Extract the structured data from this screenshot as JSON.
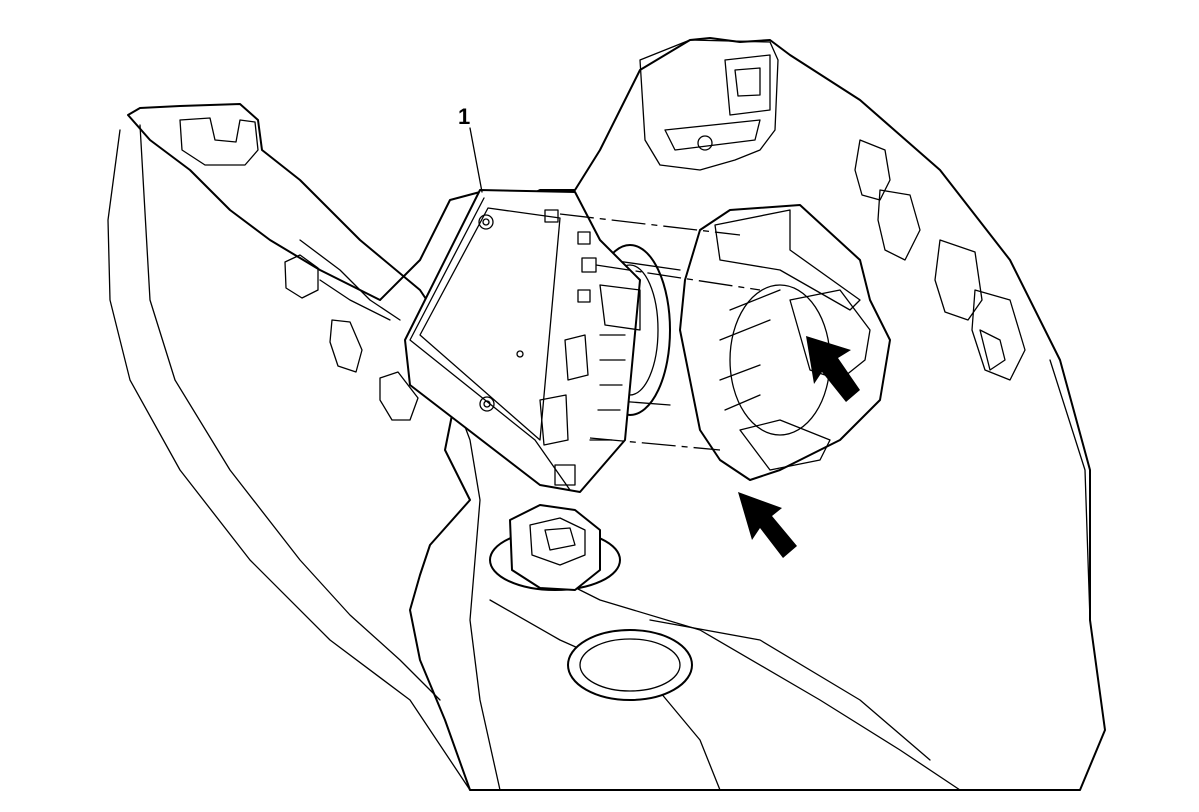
{
  "callouts": [
    {
      "number": "1",
      "target": "ignition-switch-module"
    }
  ],
  "arrows": 2,
  "colors": {
    "line": "#000000",
    "fill": "#ffffff"
  }
}
